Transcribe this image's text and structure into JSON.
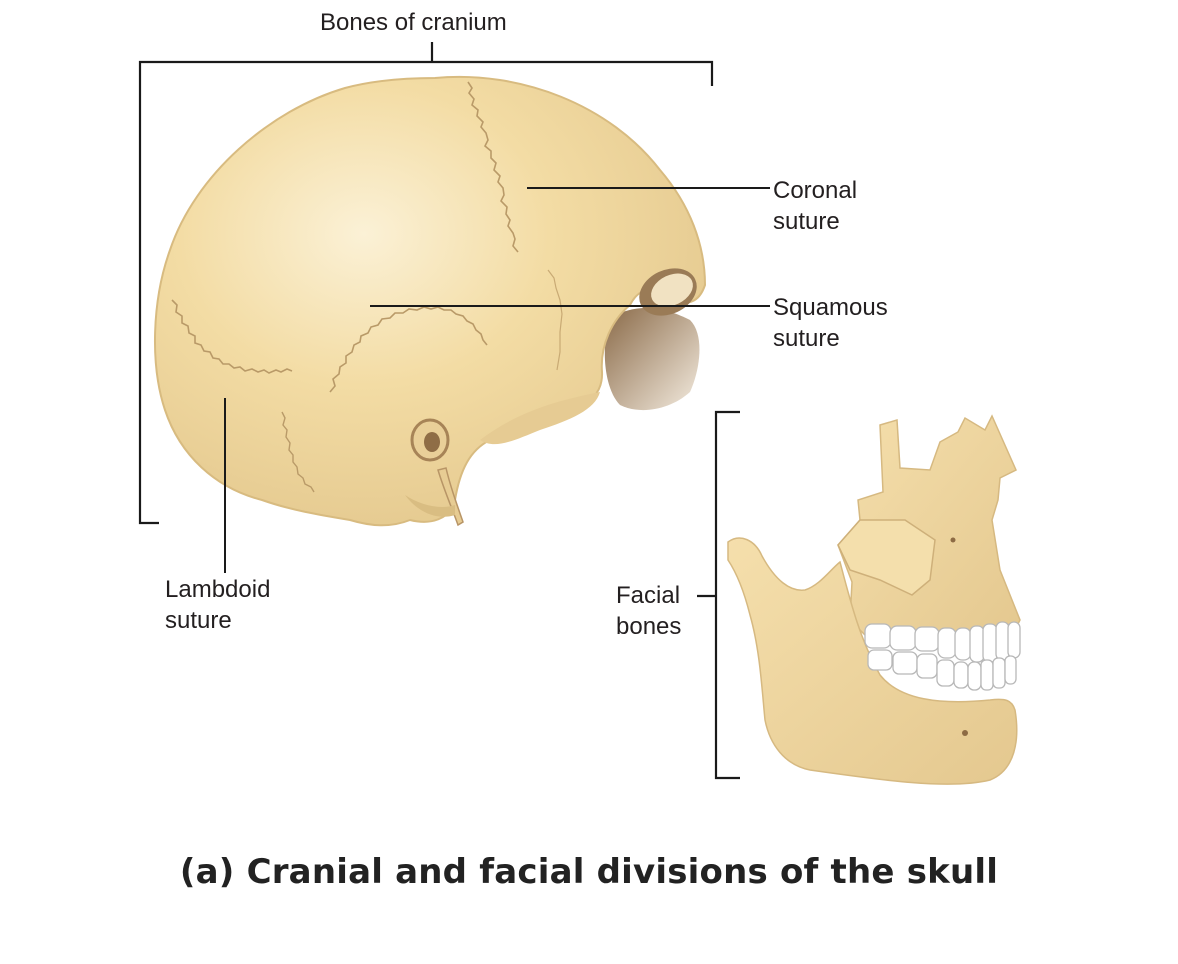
{
  "labels": {
    "bones_of_cranium": "Bones of cranium",
    "coronal_suture": [
      "Coronal",
      "suture"
    ],
    "squamous_suture": [
      "Squamous",
      "suture"
    ],
    "lambdoid_suture": [
      "Lambdoid",
      "suture"
    ],
    "facial_bones": [
      "Facial",
      "bones"
    ]
  },
  "caption": "(a) Cranial and facial divisions of the skull",
  "colors": {
    "bone": "#f3dca4",
    "bone_shadow": "#d9bd82",
    "bone_dark": "#a07f55",
    "teeth": "#ffffff",
    "leader_line": "#1a1a1a"
  }
}
